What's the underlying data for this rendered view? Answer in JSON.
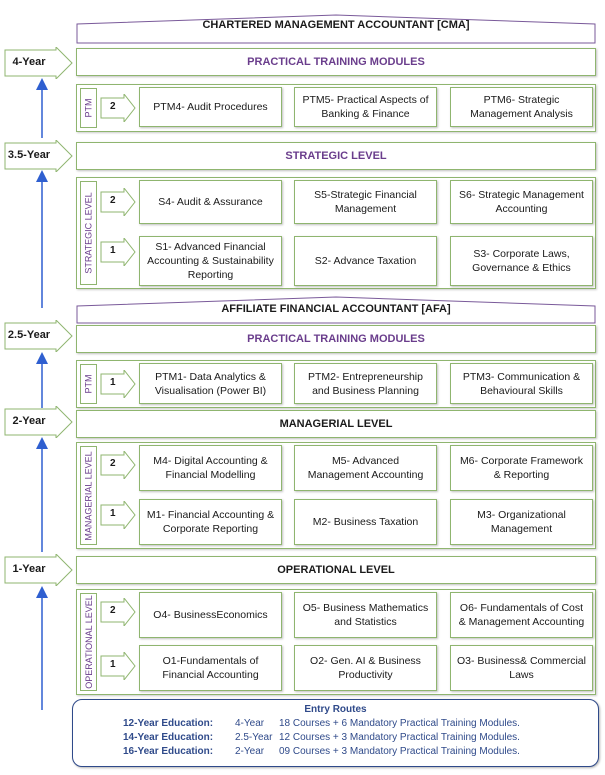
{
  "cma_title": "CHARTERED MANAGEMENT ACCOUNTANT [CMA]",
  "afa_title": "AFFILIATE FINANCIAL ACCOUNTANT [AFA]",
  "years": {
    "y4": "4-Year",
    "y35": "3.5-Year",
    "y25": "2.5-Year",
    "y2": "2-Year",
    "y1": "1-Year"
  },
  "levels": {
    "ptm_top": "PRACTICAL TRAINING MODULES",
    "strategic": "STRATEGIC LEVEL",
    "ptm_mid": "PRACTICAL TRAINING MODULES",
    "managerial": "MANAGERIAL LEVEL",
    "operational": "OPERATIONAL LEVEL"
  },
  "side_labels": {
    "ptm_top": "PTM",
    "strategic": "STRATEGIC LEVEL",
    "ptm_mid": "PTM",
    "managerial": "MANAGERIAL LEVEL",
    "operational": "OPERATIONAL LEVEL"
  },
  "stage_numbers": {
    "ptm_top": "2",
    "strategic_2": "2",
    "strategic_1": "1",
    "ptm_mid": "1",
    "managerial_2": "2",
    "managerial_1": "1",
    "operational_2": "2",
    "operational_1": "1"
  },
  "modules": {
    "ptm4": "PTM4- Audit Procedures",
    "ptm5": "PTM5- Practical Aspects of Banking & Finance",
    "ptm6": "PTM6- Strategic Management Analysis",
    "s4": "S4- Audit & Assurance",
    "s5": "S5-Strategic Financial Management",
    "s6": "S6- Strategic Management Accounting",
    "s1": "S1- Advanced Financial Accounting & Sustainability Reporting",
    "s2": "S2- Advance Taxation",
    "s3": "S3- Corporate Laws, Governance & Ethics",
    "ptm1": "PTM1- Data Analytics & Visualisation (Power BI)",
    "ptm2": "PTM2- Entrepreneurship and Business Planning",
    "ptm3": "PTM3- Communication & Behavioural Skills",
    "m4": "M4- Digital Accounting & Financial Modelling",
    "m5": "M5- Advanced Management Accounting",
    "m6": "M6- Corporate Framework & Reporting",
    "m1": "M1- Financial Accounting & Corporate Reporting",
    "m2": "M2- Business Taxation",
    "m3": "M3- Organizational Management",
    "o4": "O4- BusinessEconomics",
    "o5": "O5- Business Mathematics and Statistics",
    "o6": "O6- Fundamentals of Cost & Management Accounting",
    "o1": "O1-Fundamentals of Financial Accounting",
    "o2": "O2- Gen. AI & Business Productivity",
    "o3": "O3- Business& Commercial Laws"
  },
  "entry_routes": {
    "title": "Entry Routes",
    "rows": [
      {
        "education": "12-Year Education:",
        "duration": "4-Year",
        "courses": "18 Courses + 6 Mandatory Practical Training Modules."
      },
      {
        "education": "14-Year Education:",
        "duration": "2.5-Year",
        "courses": "12 Courses + 3 Mandatory Practical Training Modules."
      },
      {
        "education": "16-Year Education:",
        "duration": "2-Year",
        "courses": "09 Courses + 3 Mandatory Practical Training Modules."
      }
    ]
  },
  "colors": {
    "border_green": "#8fb56f",
    "title_purple": "#6a3d8c",
    "arrow_blue": "#2f5fd0",
    "entry_navy": "#2f4a8a"
  }
}
